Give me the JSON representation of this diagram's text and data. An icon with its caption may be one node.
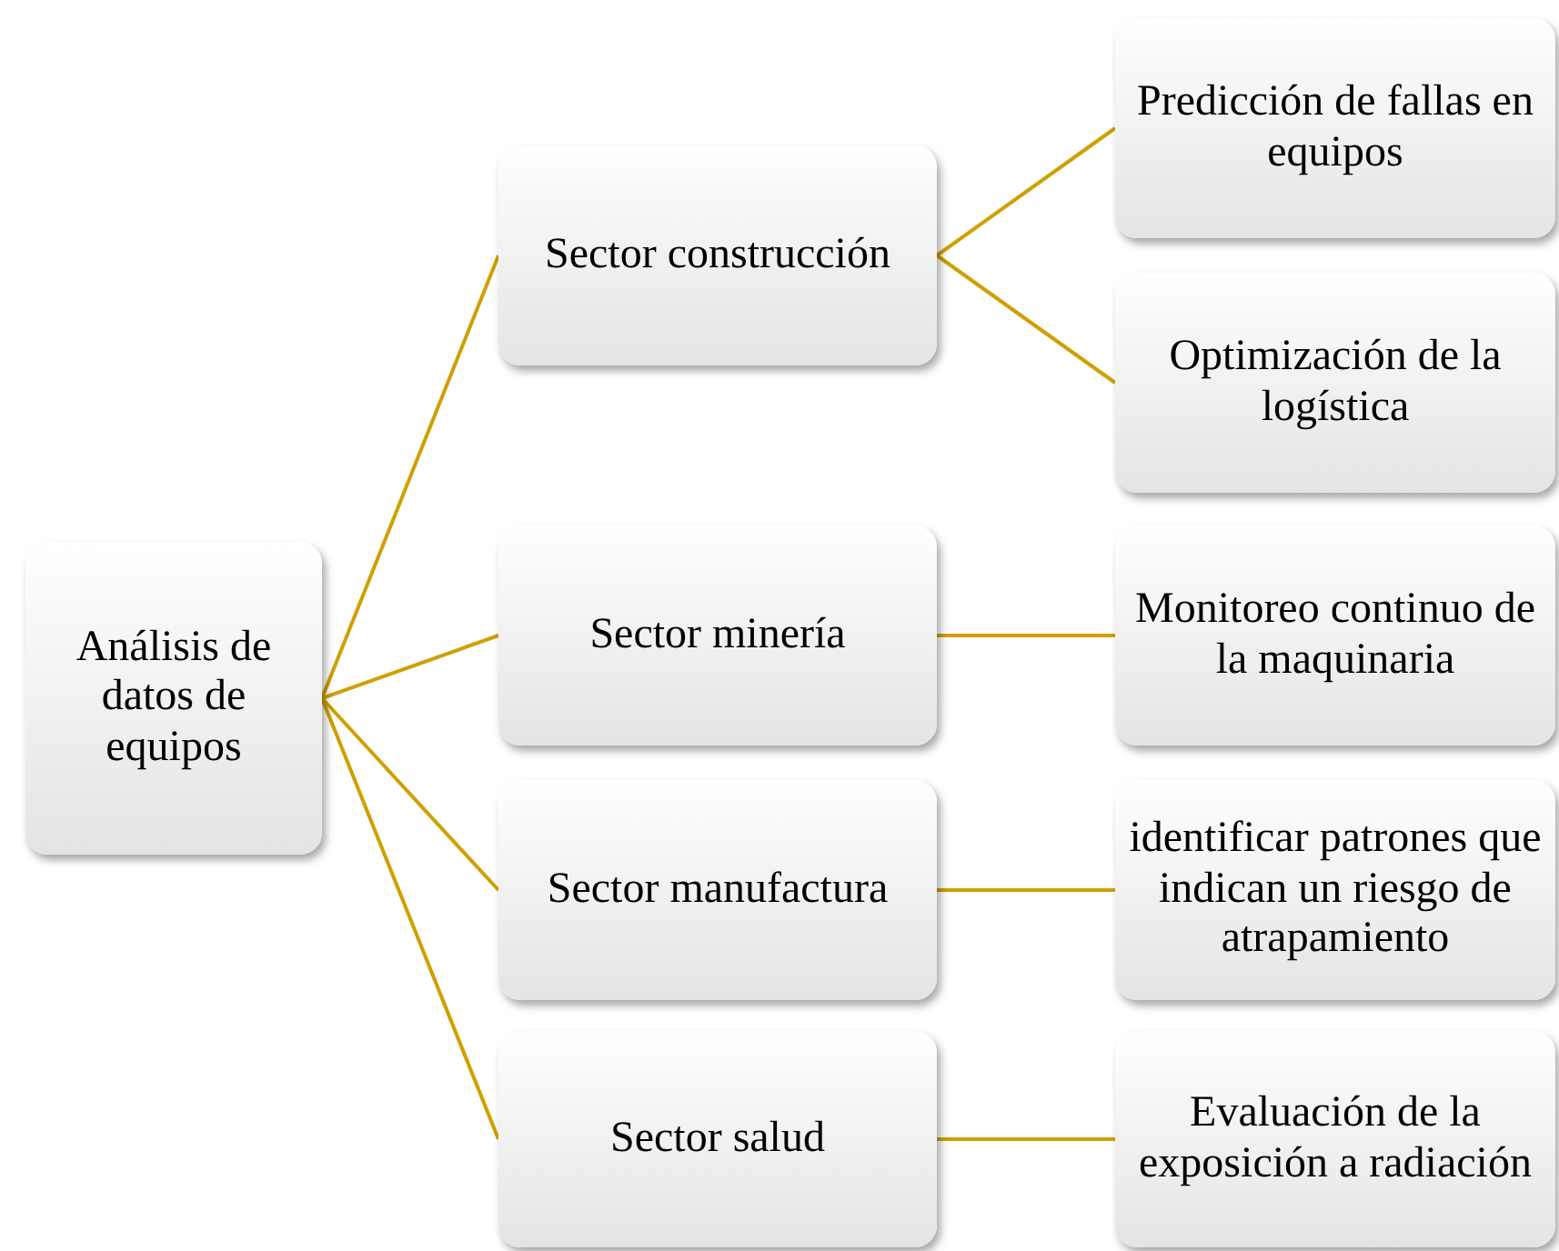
{
  "diagram": {
    "nodes": [
      {
        "text": [
          "Análisis de datos de equipos"
        ]
      },
      {
        "text": [
          "Sector construcción"
        ]
      },
      {
        "text": [
          "Predicción de fallas en equipos"
        ]
      },
      {
        "text": [
          "Optimización de la logística"
        ]
      },
      {
        "text": [
          "Sector minería"
        ]
      },
      {
        "text": [
          "Monitoreo continuo de la maquinaria"
        ]
      },
      {
        "text": [
          "Sector manufactura"
        ]
      },
      {
        "text": [
          "identificar patrones que indican un riesgo de atrapamiento"
        ]
      },
      {
        "text": [
          "Sector salud"
        ]
      },
      {
        "text": [
          "Evaluación de la exposición a radiación"
        ]
      }
    ],
    "edges": [
      {
        "from": 0,
        "to": 1,
        "arrow": "none"
      },
      {
        "from": 0,
        "to": 4,
        "arrow": "none"
      },
      {
        "from": 0,
        "to": 6,
        "arrow": "none"
      },
      {
        "from": 0,
        "to": 8,
        "arrow": "none"
      },
      {
        "from": 1,
        "to": 2,
        "arrow": "none"
      },
      {
        "from": 1,
        "to": 3,
        "arrow": "none"
      },
      {
        "from": 4,
        "to": 5,
        "arrow": "none"
      },
      {
        "from": 6,
        "to": 7,
        "arrow": "none"
      },
      {
        "from": 8,
        "to": 9,
        "arrow": "none"
      }
    ]
  }
}
